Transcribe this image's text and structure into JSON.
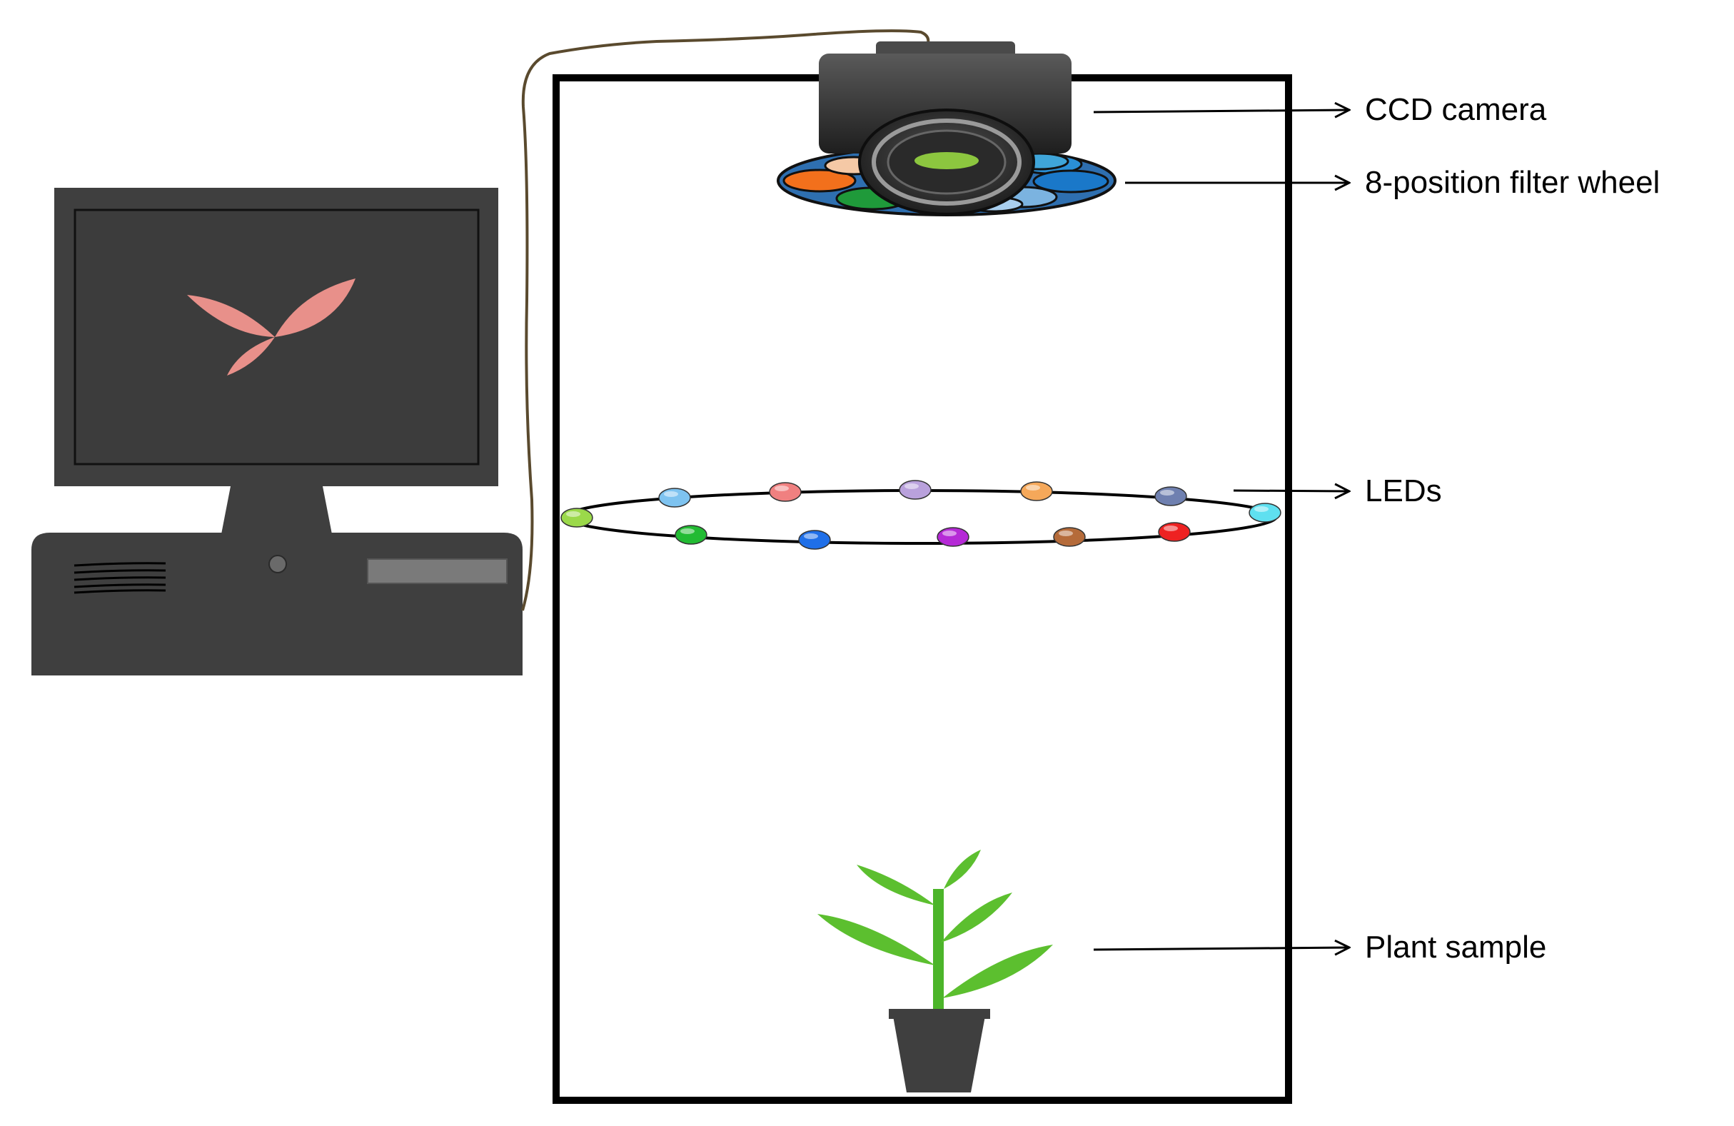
{
  "labels": {
    "camera": "CCD camera",
    "filter_wheel": "8-position filter wheel",
    "leds": "LEDs",
    "plant": "Plant sample"
  },
  "colors": {
    "computer_body": "#3f3f3f",
    "screen_leaf": "#e8908a",
    "chamber_border": "#000000",
    "cable": "#5a4a2e",
    "plant_leaf": "#5cbf2f",
    "pot": "#3f3f3f"
  },
  "filter_colors": [
    "#f2701c",
    "#f5c9a6",
    "#1f9a3a",
    "#2a8fd6",
    "#7bb3e0",
    "#3fa5d9",
    "#1a78c9",
    "#a9cfef"
  ],
  "led_colors": [
    "#9bd94a",
    "#7ec3f0",
    "#f08080",
    "#b9a1dc",
    "#f5a85a",
    "#6f80b0",
    "#5fe0f0",
    "#22bb33",
    "#1f6fe8",
    "#b529d6",
    "#b56b3a",
    "#ee2222"
  ]
}
